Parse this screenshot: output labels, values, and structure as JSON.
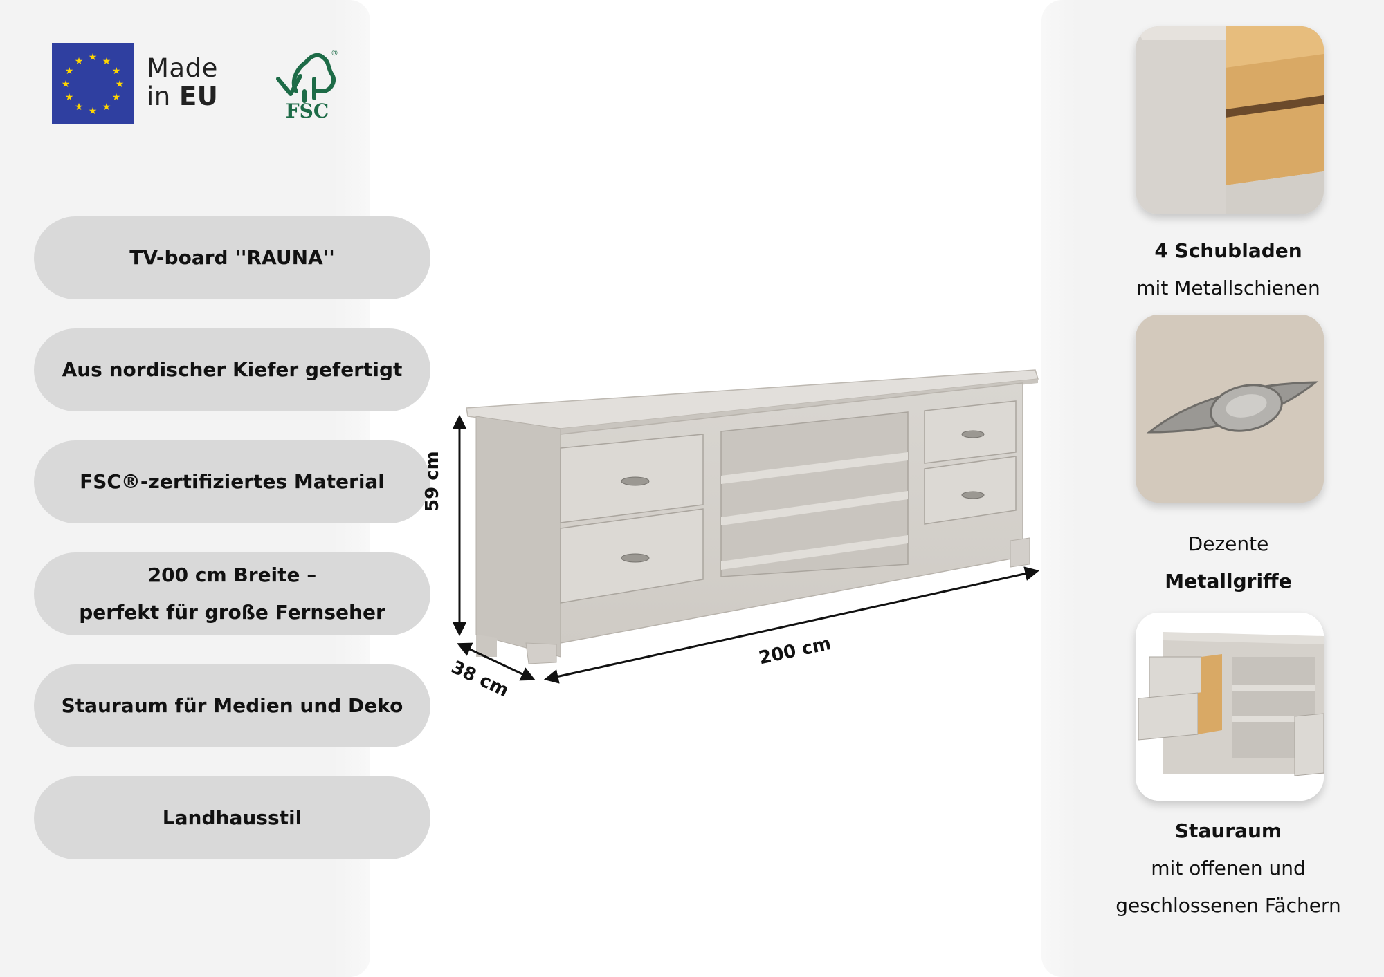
{
  "badges": {
    "made_in_line1": "Made",
    "made_in_line2_prefix": "in ",
    "made_in_line2_bold": "EU",
    "fsc_label": "FSC",
    "fsc_reg": "®"
  },
  "features": [
    {
      "line1": "TV-board ''RAUNA''",
      "line2": ""
    },
    {
      "line1": "Aus nordischer Kiefer gefertigt",
      "line2": ""
    },
    {
      "line1": "FSC®-zertifiziertes Material",
      "line2": ""
    },
    {
      "line1": "200 cm Breite –",
      "line2": "perfekt für große Fernseher"
    },
    {
      "line1": "Stauraum für Medien und Deko",
      "line2": ""
    },
    {
      "line1": "Landhausstil",
      "line2": ""
    }
  ],
  "dimensions": {
    "height": "59 cm",
    "depth": "38 cm",
    "width": "200 cm"
  },
  "details": [
    {
      "before": "",
      "bold": "4 Schubladen",
      "after": "mit Metallschienen",
      "after2": ""
    },
    {
      "before": "Dezente",
      "bold": "Metallgriffe",
      "after": "",
      "after2": ""
    },
    {
      "before": "",
      "bold": "Stauraum",
      "after": "mit offenen und",
      "after2": "geschlossenen Fächern"
    }
  ],
  "colors": {
    "panel": "#f3f3f3",
    "pill": "#d9d9d9",
    "eu_blue": "#2f3fa0",
    "eu_star": "#ffd500",
    "fsc_green": "#1d6b47",
    "furniture": "#d7d4cf"
  }
}
